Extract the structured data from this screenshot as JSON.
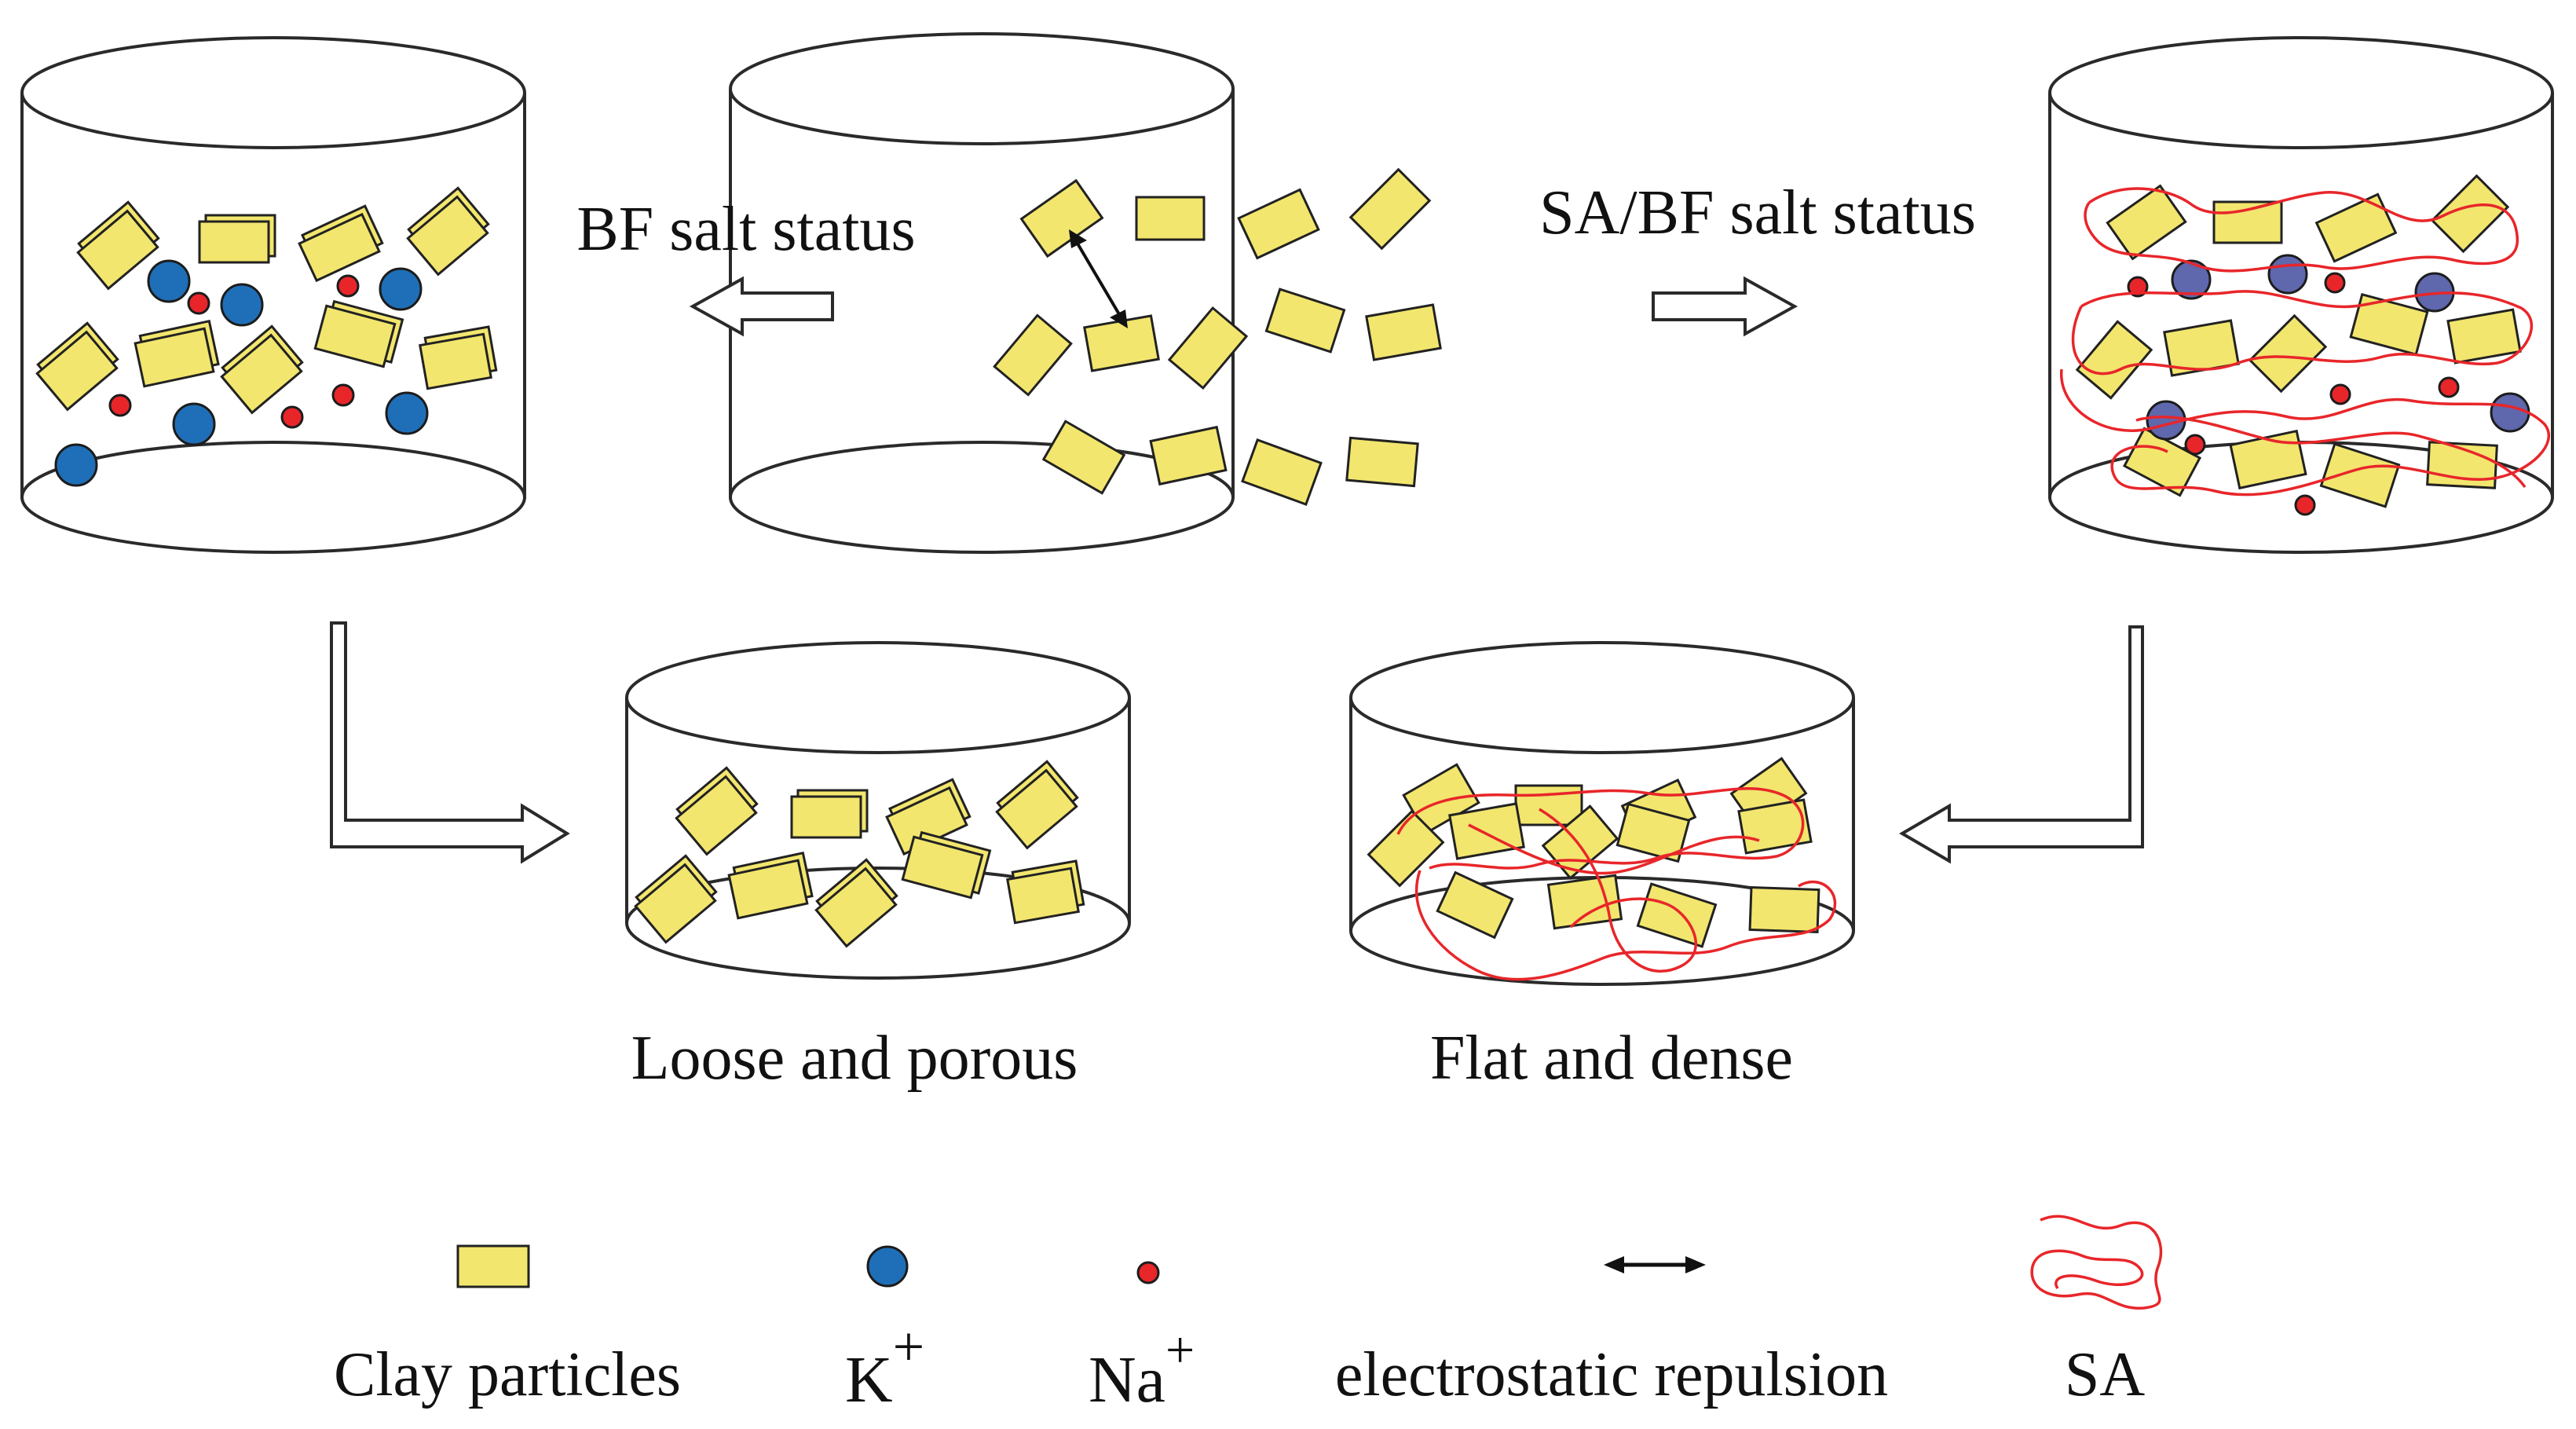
{
  "labels": {
    "bf": "BF salt status",
    "sabf": "SA/BF salt status",
    "loose": "Loose and porous",
    "flat": "Flat and dense"
  },
  "legend": {
    "clay": "Clay particles",
    "k_main": "K",
    "k_sup": "+",
    "na_main": "Na",
    "na_sup": "+",
    "repulsion": "electrostatic repulsion",
    "sa": "SA"
  },
  "colors": {
    "clay_fill": "#f2e66e",
    "k_ion": "#1f6fb8",
    "k_ion_sa": "#5f67ad",
    "na_ion": "#e8262a",
    "sa_line": "#e8262a",
    "outline": "#2a2a2a"
  }
}
